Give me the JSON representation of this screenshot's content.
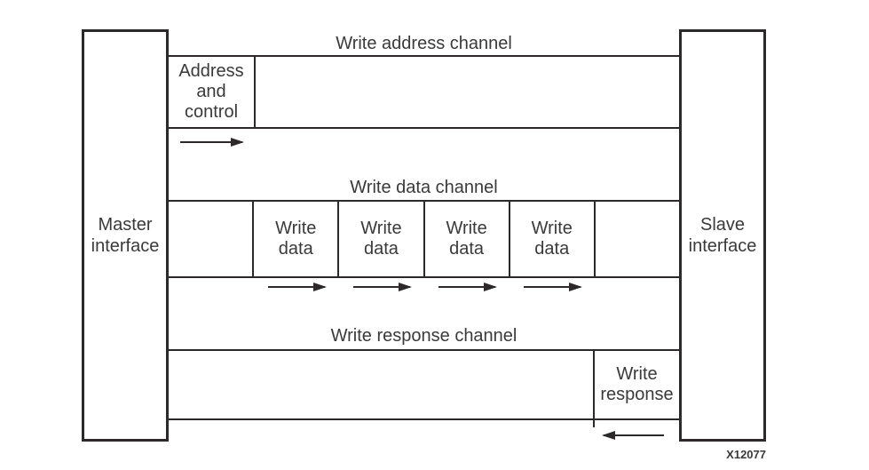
{
  "figure": {
    "id_label": "X12077",
    "master_interface": {
      "label": "Master\ninterface"
    },
    "slave_interface": {
      "label": "Slave\ninterface"
    },
    "channels": {
      "write_address": {
        "title": "Write address channel",
        "payload_box": "Address\nand\ncontrol",
        "direction": "master-to-slave"
      },
      "write_data": {
        "title": "Write data channel",
        "payload_boxes": [
          "Write\ndata",
          "Write\ndata",
          "Write\ndata",
          "Write\ndata"
        ],
        "direction": "master-to-slave"
      },
      "write_response": {
        "title": "Write response channel",
        "payload_box": "Write\nresponse",
        "direction": "slave-to-master"
      }
    },
    "colors": {
      "line": "#2d292a",
      "text": "#3a3a3a",
      "background": "#ffffff"
    }
  }
}
